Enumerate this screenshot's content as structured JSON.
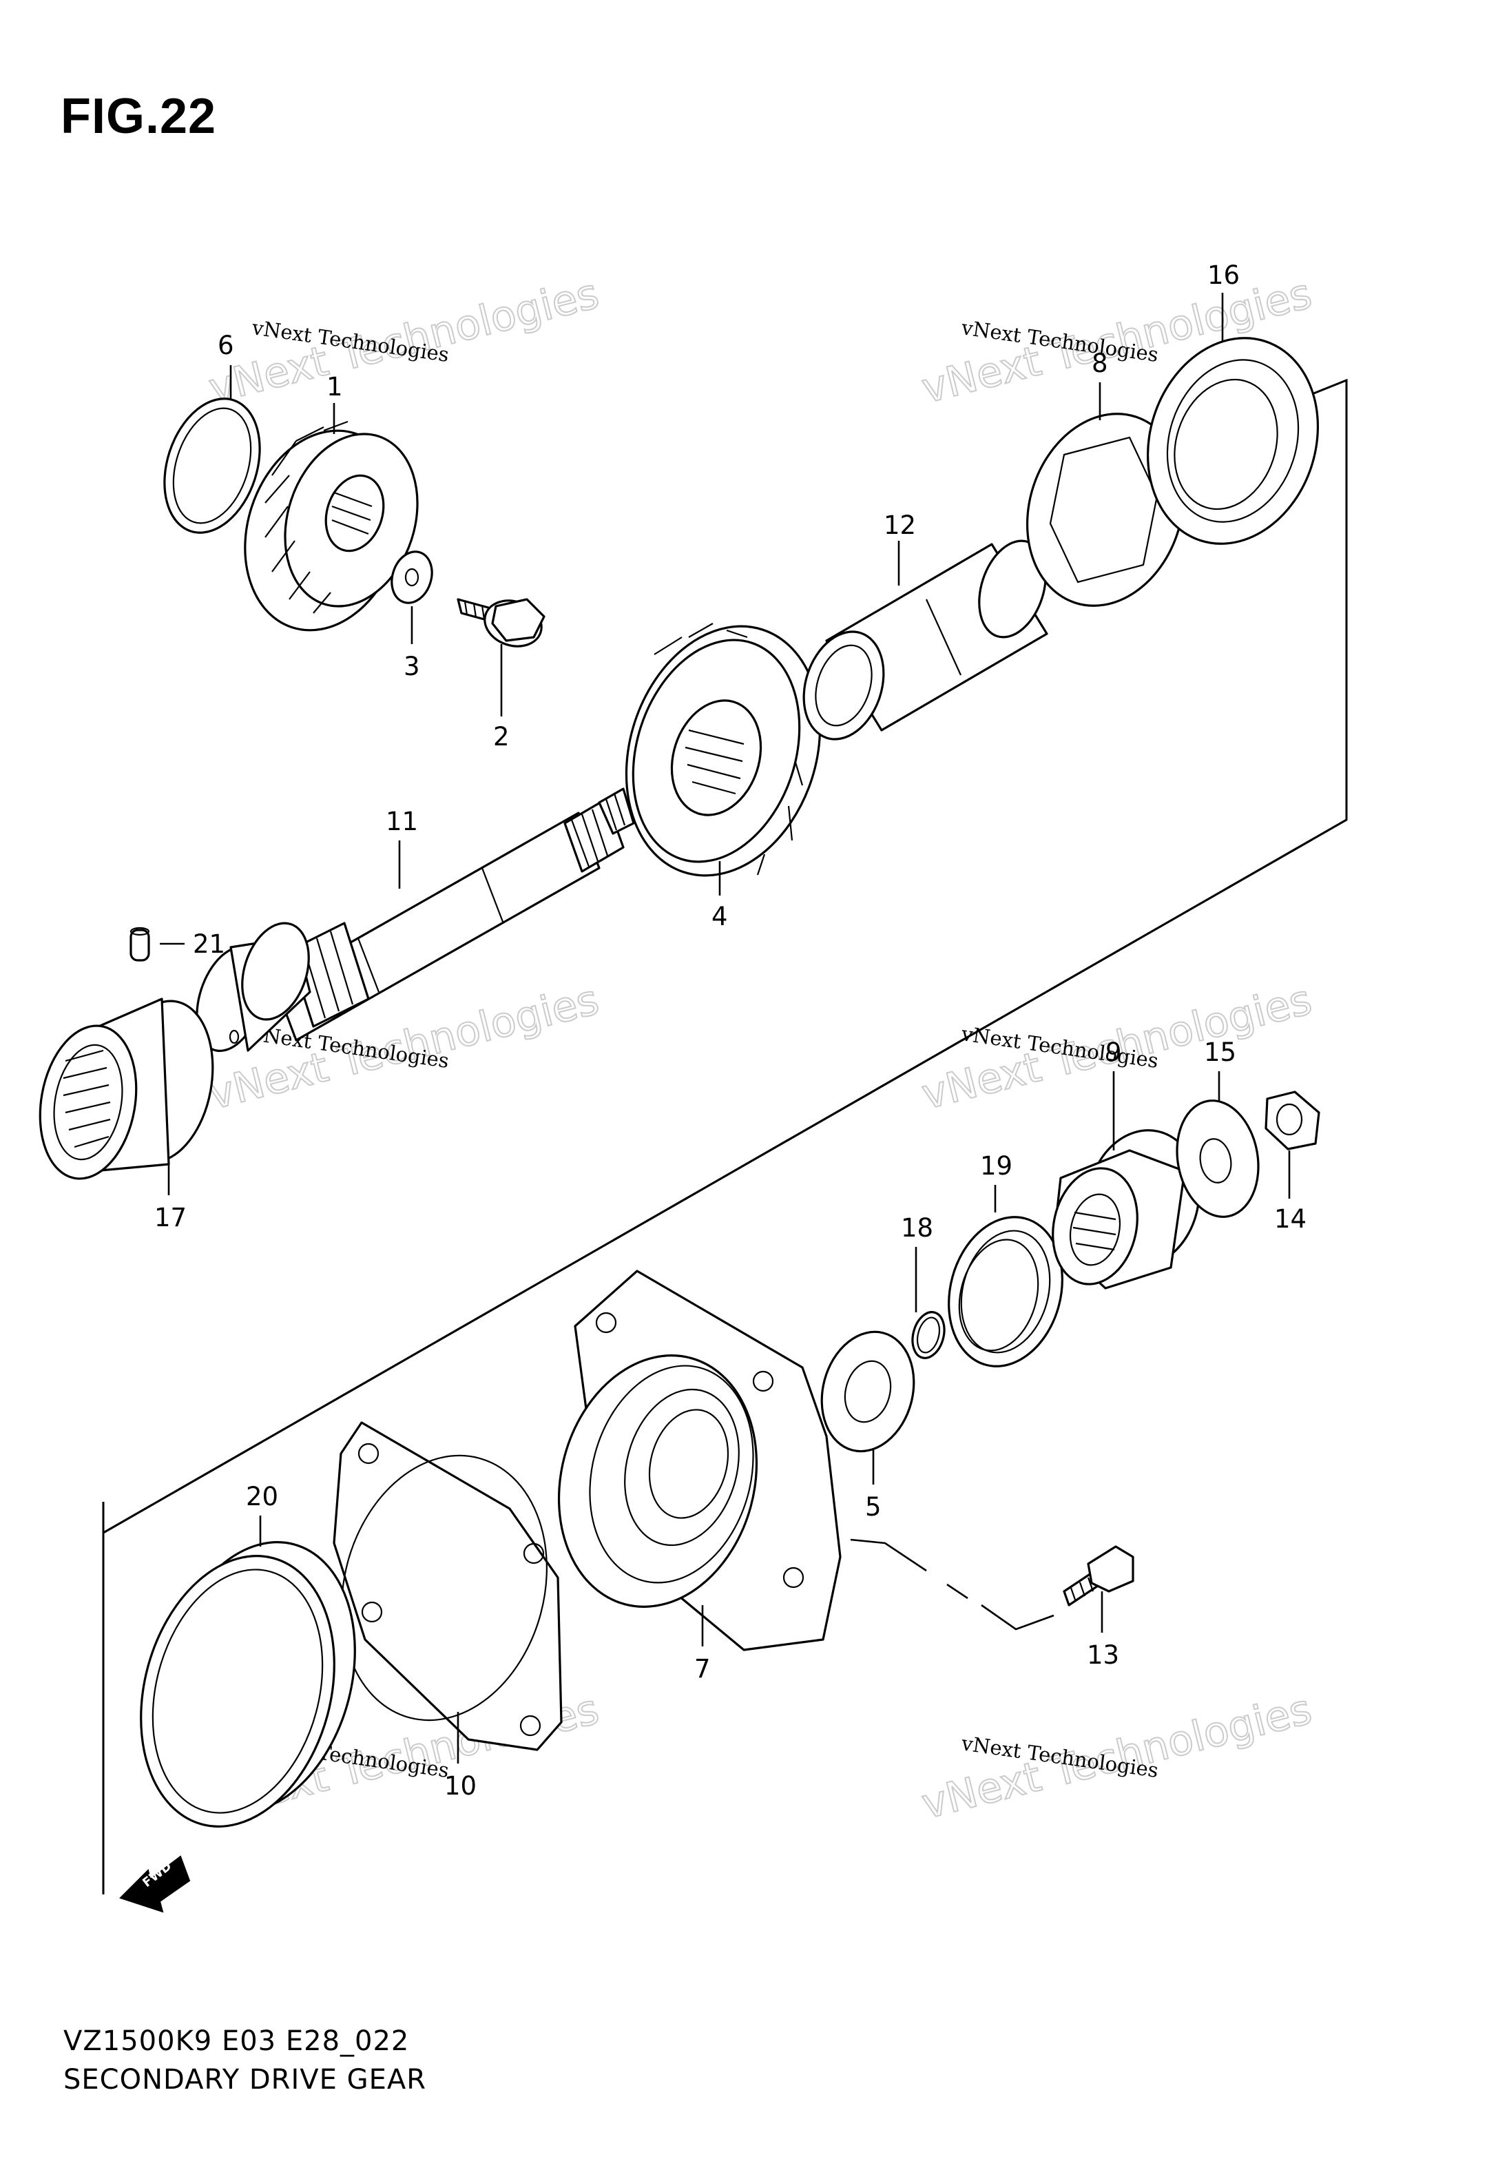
{
  "figure": {
    "label": "FIG.22"
  },
  "footer": {
    "model_code": "VZ1500K9 E03 E28_022",
    "title": "SECONDARY DRIVE GEAR"
  },
  "direction_arrow": {
    "label": "FWD",
    "icon": "forward-arrow-icon"
  },
  "watermark": {
    "small_text": "vNext Technologies",
    "large_text": "vNext Technologies"
  },
  "parts": [
    {
      "number": "1"
    },
    {
      "number": "2"
    },
    {
      "number": "3"
    },
    {
      "number": "4"
    },
    {
      "number": "5"
    },
    {
      "number": "6"
    },
    {
      "number": "7"
    },
    {
      "number": "8"
    },
    {
      "number": "9"
    },
    {
      "number": "10"
    },
    {
      "number": "11"
    },
    {
      "number": "12"
    },
    {
      "number": "13"
    },
    {
      "number": "14"
    },
    {
      "number": "15"
    },
    {
      "number": "16"
    },
    {
      "number": "17"
    },
    {
      "number": "18"
    },
    {
      "number": "19"
    },
    {
      "number": "20"
    },
    {
      "number": "21"
    }
  ]
}
